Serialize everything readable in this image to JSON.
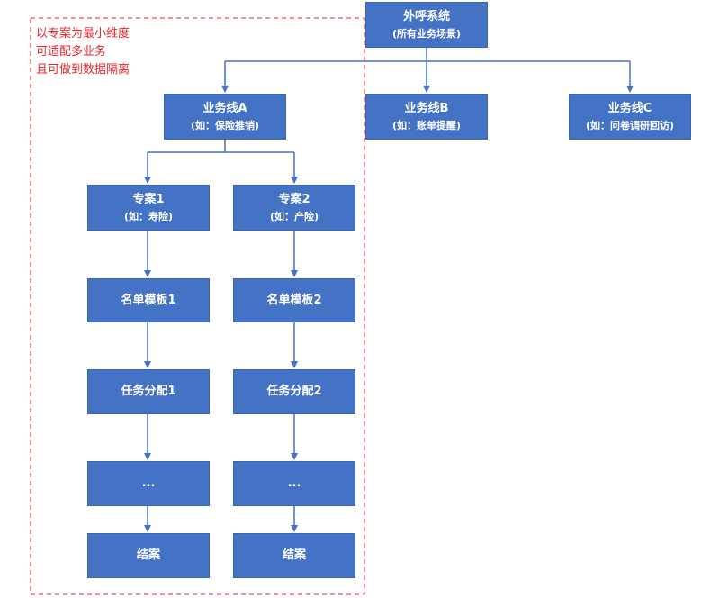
{
  "note": {
    "lines": [
      "以专案为最小维度",
      "可适配多业务",
      "且可做到数据隔离"
    ],
    "color": "#e8262d"
  },
  "colors": {
    "box": "#4472C4",
    "arrow": "#4472C4",
    "dashed_border": "#e8262d"
  },
  "nodes": {
    "root": {
      "title": "外呼系统",
      "subtitle": "(所有业务场景)"
    },
    "line_a": {
      "title": "业务线A",
      "subtitle": "(如：保险推销)"
    },
    "line_b": {
      "title": "业务线B",
      "subtitle": "(如：账单提醒)"
    },
    "line_c": {
      "title": "业务线C",
      "subtitle": "(如：问卷调研回访)"
    },
    "case1": {
      "title": "专案1",
      "subtitle": "(如：寿险)"
    },
    "case2": {
      "title": "专案2",
      "subtitle": "(如：产险)"
    },
    "template1": {
      "title": "名单模板1"
    },
    "template2": {
      "title": "名单模板2"
    },
    "task1": {
      "title": "任务分配1"
    },
    "task2": {
      "title": "任务分配2"
    },
    "ellipsis1": {
      "title": "..."
    },
    "ellipsis2": {
      "title": "..."
    },
    "close1": {
      "title": "结案"
    },
    "close2": {
      "title": "结案"
    }
  }
}
